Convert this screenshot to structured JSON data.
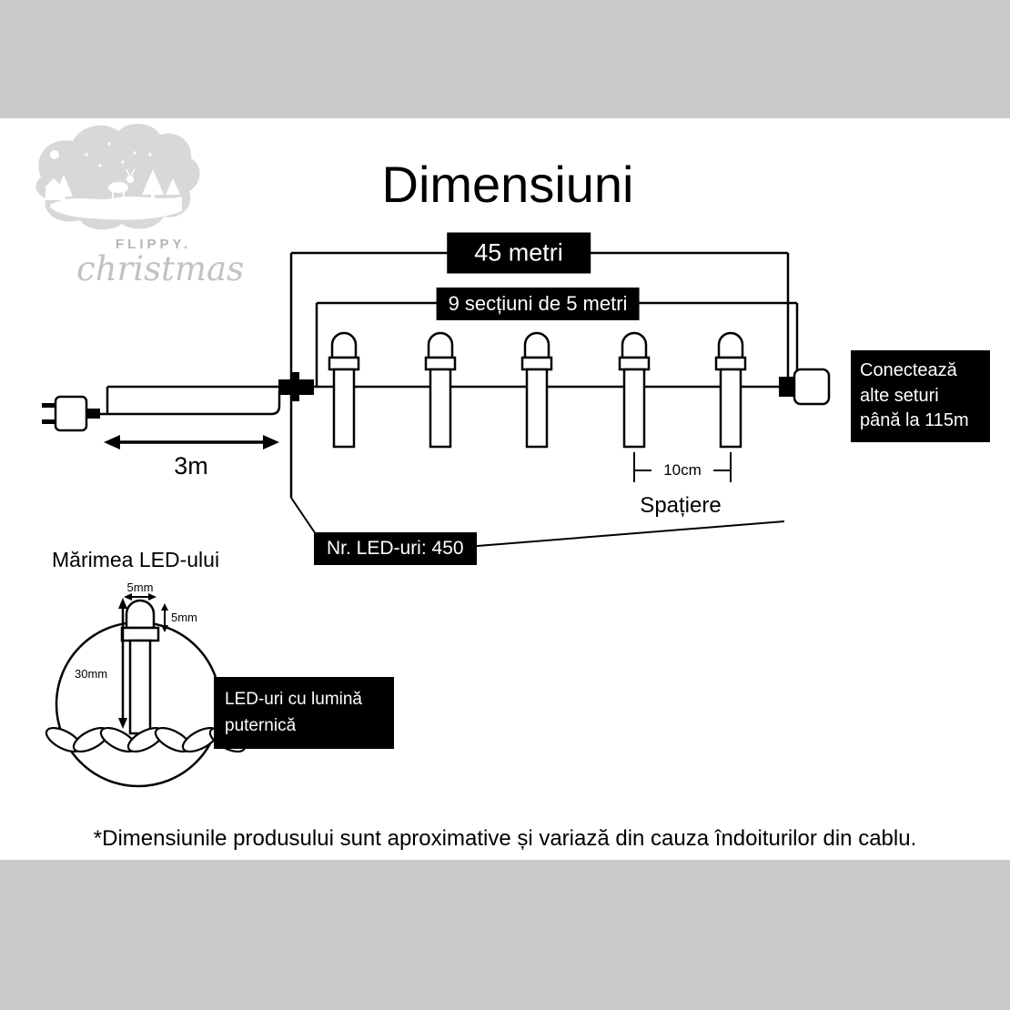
{
  "header": {
    "title": "Dimensiuni"
  },
  "logo": {
    "brand": "FLIPPY.",
    "wordmark": "christmas"
  },
  "measurements": {
    "total_length": "45 metri",
    "sections": "9 secțiuni de 5 metri",
    "lead_length": "3m",
    "spacing_value": "10cm",
    "spacing_title": "Spațiere",
    "led_count": "Nr. LED-uri: 450",
    "connect_note": {
      "line1": "Conectează",
      "line2": "alte seturi",
      "line3": "până la 115m"
    }
  },
  "led_detail": {
    "heading": "Mărimea LED-ului",
    "bulb_width": "5mm",
    "bulb_cap": "5mm",
    "bulb_height": "30mm",
    "callout": {
      "line1": "LED-uri cu lumină",
      "line2": "puternică"
    }
  },
  "footer": {
    "disclaimer": "*Dimensiunile produsului sunt aproximative și variază din cauza îndoiturilor din cablu."
  },
  "colors": {
    "band": "#c9c9c9",
    "panel": "#ffffff",
    "label_bg": "#000000",
    "label_text": "#ffffff",
    "line": "#000000",
    "logo_gray": "#d8d8d8",
    "logo_text": "#bdbdbd"
  }
}
